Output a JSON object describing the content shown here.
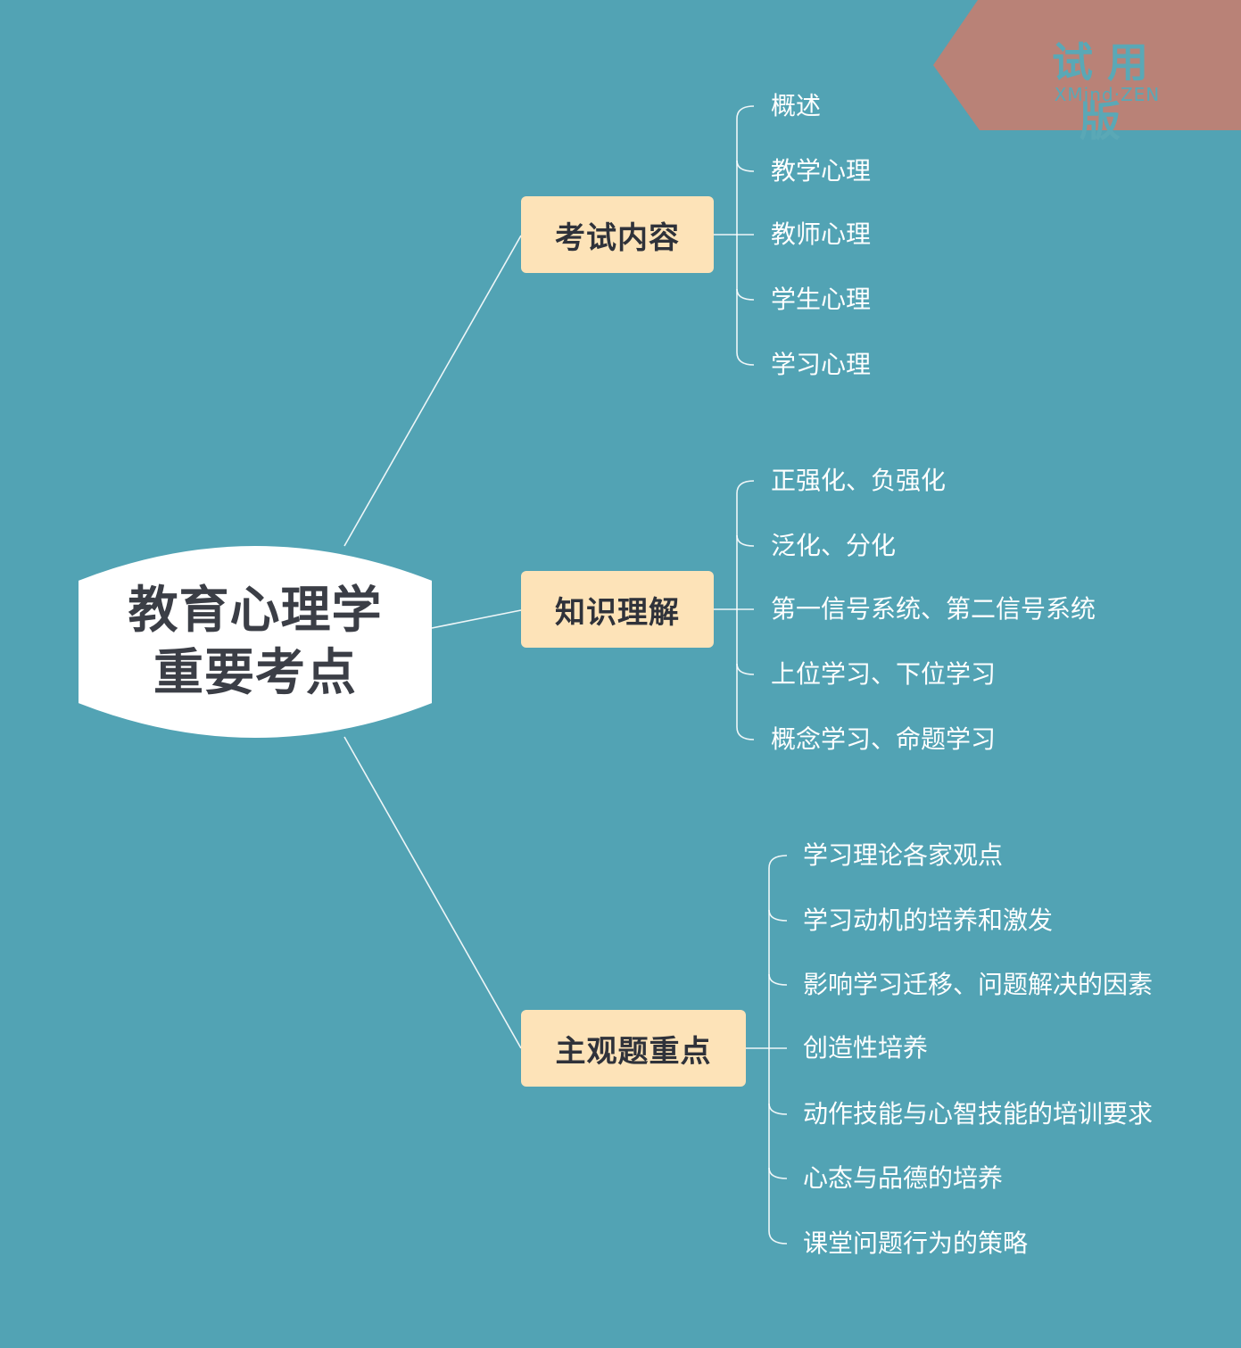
{
  "root": {
    "line1": "教育心理学",
    "line2": "重要考点"
  },
  "branches": [
    {
      "label": "考试内容",
      "children": [
        "概述",
        "教学心理",
        "教师心理",
        "学生心理",
        "学习心理"
      ]
    },
    {
      "label": "知识理解",
      "children": [
        "正强化、负强化",
        "泛化、分化",
        "第一信号系统、第二信号系统",
        "上位学习、下位学习",
        "概念学习、命题学习"
      ]
    },
    {
      "label": "主观题重点",
      "children": [
        "学习理论各家观点",
        "学习动机的培养和激发",
        "影响学习迁移、问题解决的因素",
        "创造性培养",
        "动作技能与心智技能的培训要求",
        "心态与品德的培养",
        "课堂问题行为的策略"
      ]
    }
  ],
  "watermark": {
    "title": "试用版",
    "subtitle": "XMind·ZEN"
  },
  "colors": {
    "background": "#52a3b4",
    "branch_fill": "#fde3b8",
    "root_fill": "#ffffff",
    "watermark_fill": "#b98277"
  }
}
